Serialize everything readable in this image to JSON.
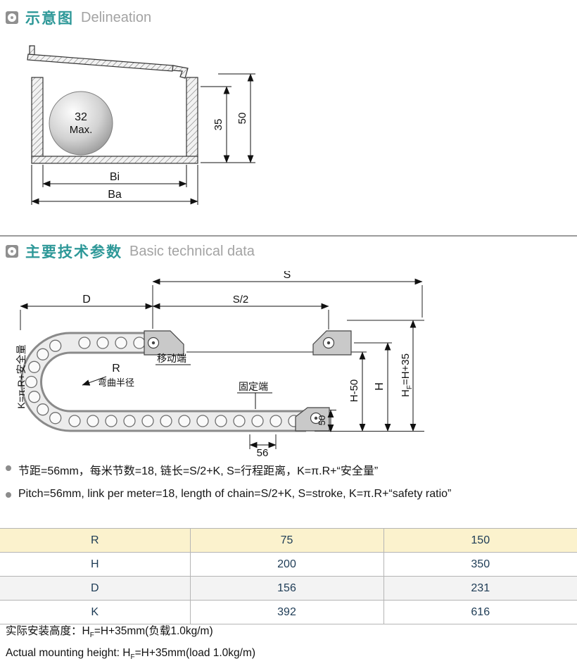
{
  "section1": {
    "title_cn": "示意图",
    "title_en": "Delineation"
  },
  "section2": {
    "title_cn": "主要技术参数",
    "title_en": "Basic technical data"
  },
  "diagram1": {
    "labels": {
      "ball_line1": "32",
      "ball_line2": "Max.",
      "dim_inner_height": "35",
      "dim_outer_height": "50",
      "dim_inner_width": "Bi",
      "dim_outer_width": "Ba"
    }
  },
  "diagram2": {
    "labels": {
      "dim_s": "S",
      "dim_s2": "S/2",
      "dim_d": "D",
      "radius": "R",
      "radius_cn": "弯曲半径",
      "moving_end": "移动端",
      "fixed_end": "固定端",
      "dim_h50": "H-50",
      "dim_h": "H",
      "hf_pre": "H",
      "hf_sub": "F",
      "hf_post": "=H+35",
      "dim_50": "50",
      "dim_56": "56",
      "k_formula": "K=π.R+安全量"
    }
  },
  "notes": [
    {
      "text": "节距=56mm，每米节数=18, 链长=S/2+K, S=行程距离，K=π.R+“安全量”"
    },
    {
      "text": "Pitch=56mm, link per meter=18, length of chain=S/2+K, S=stroke, K=π.R+“safety ratio”"
    }
  ],
  "table": {
    "rows": [
      [
        "R",
        "75",
        "150"
      ],
      [
        "H",
        "200",
        "350"
      ],
      [
        "D",
        "156",
        "231"
      ],
      [
        "K",
        "392",
        "616"
      ]
    ]
  },
  "footer": {
    "cn_pre": "实际安装高度：H",
    "cn_sub": "F",
    "cn_post": "=H+35mm(负载1.0kg/m)",
    "en_pre": "Actual mounting height: H",
    "en_sub": "F",
    "en_post": "=H+35mm(load 1.0kg/m)"
  }
}
